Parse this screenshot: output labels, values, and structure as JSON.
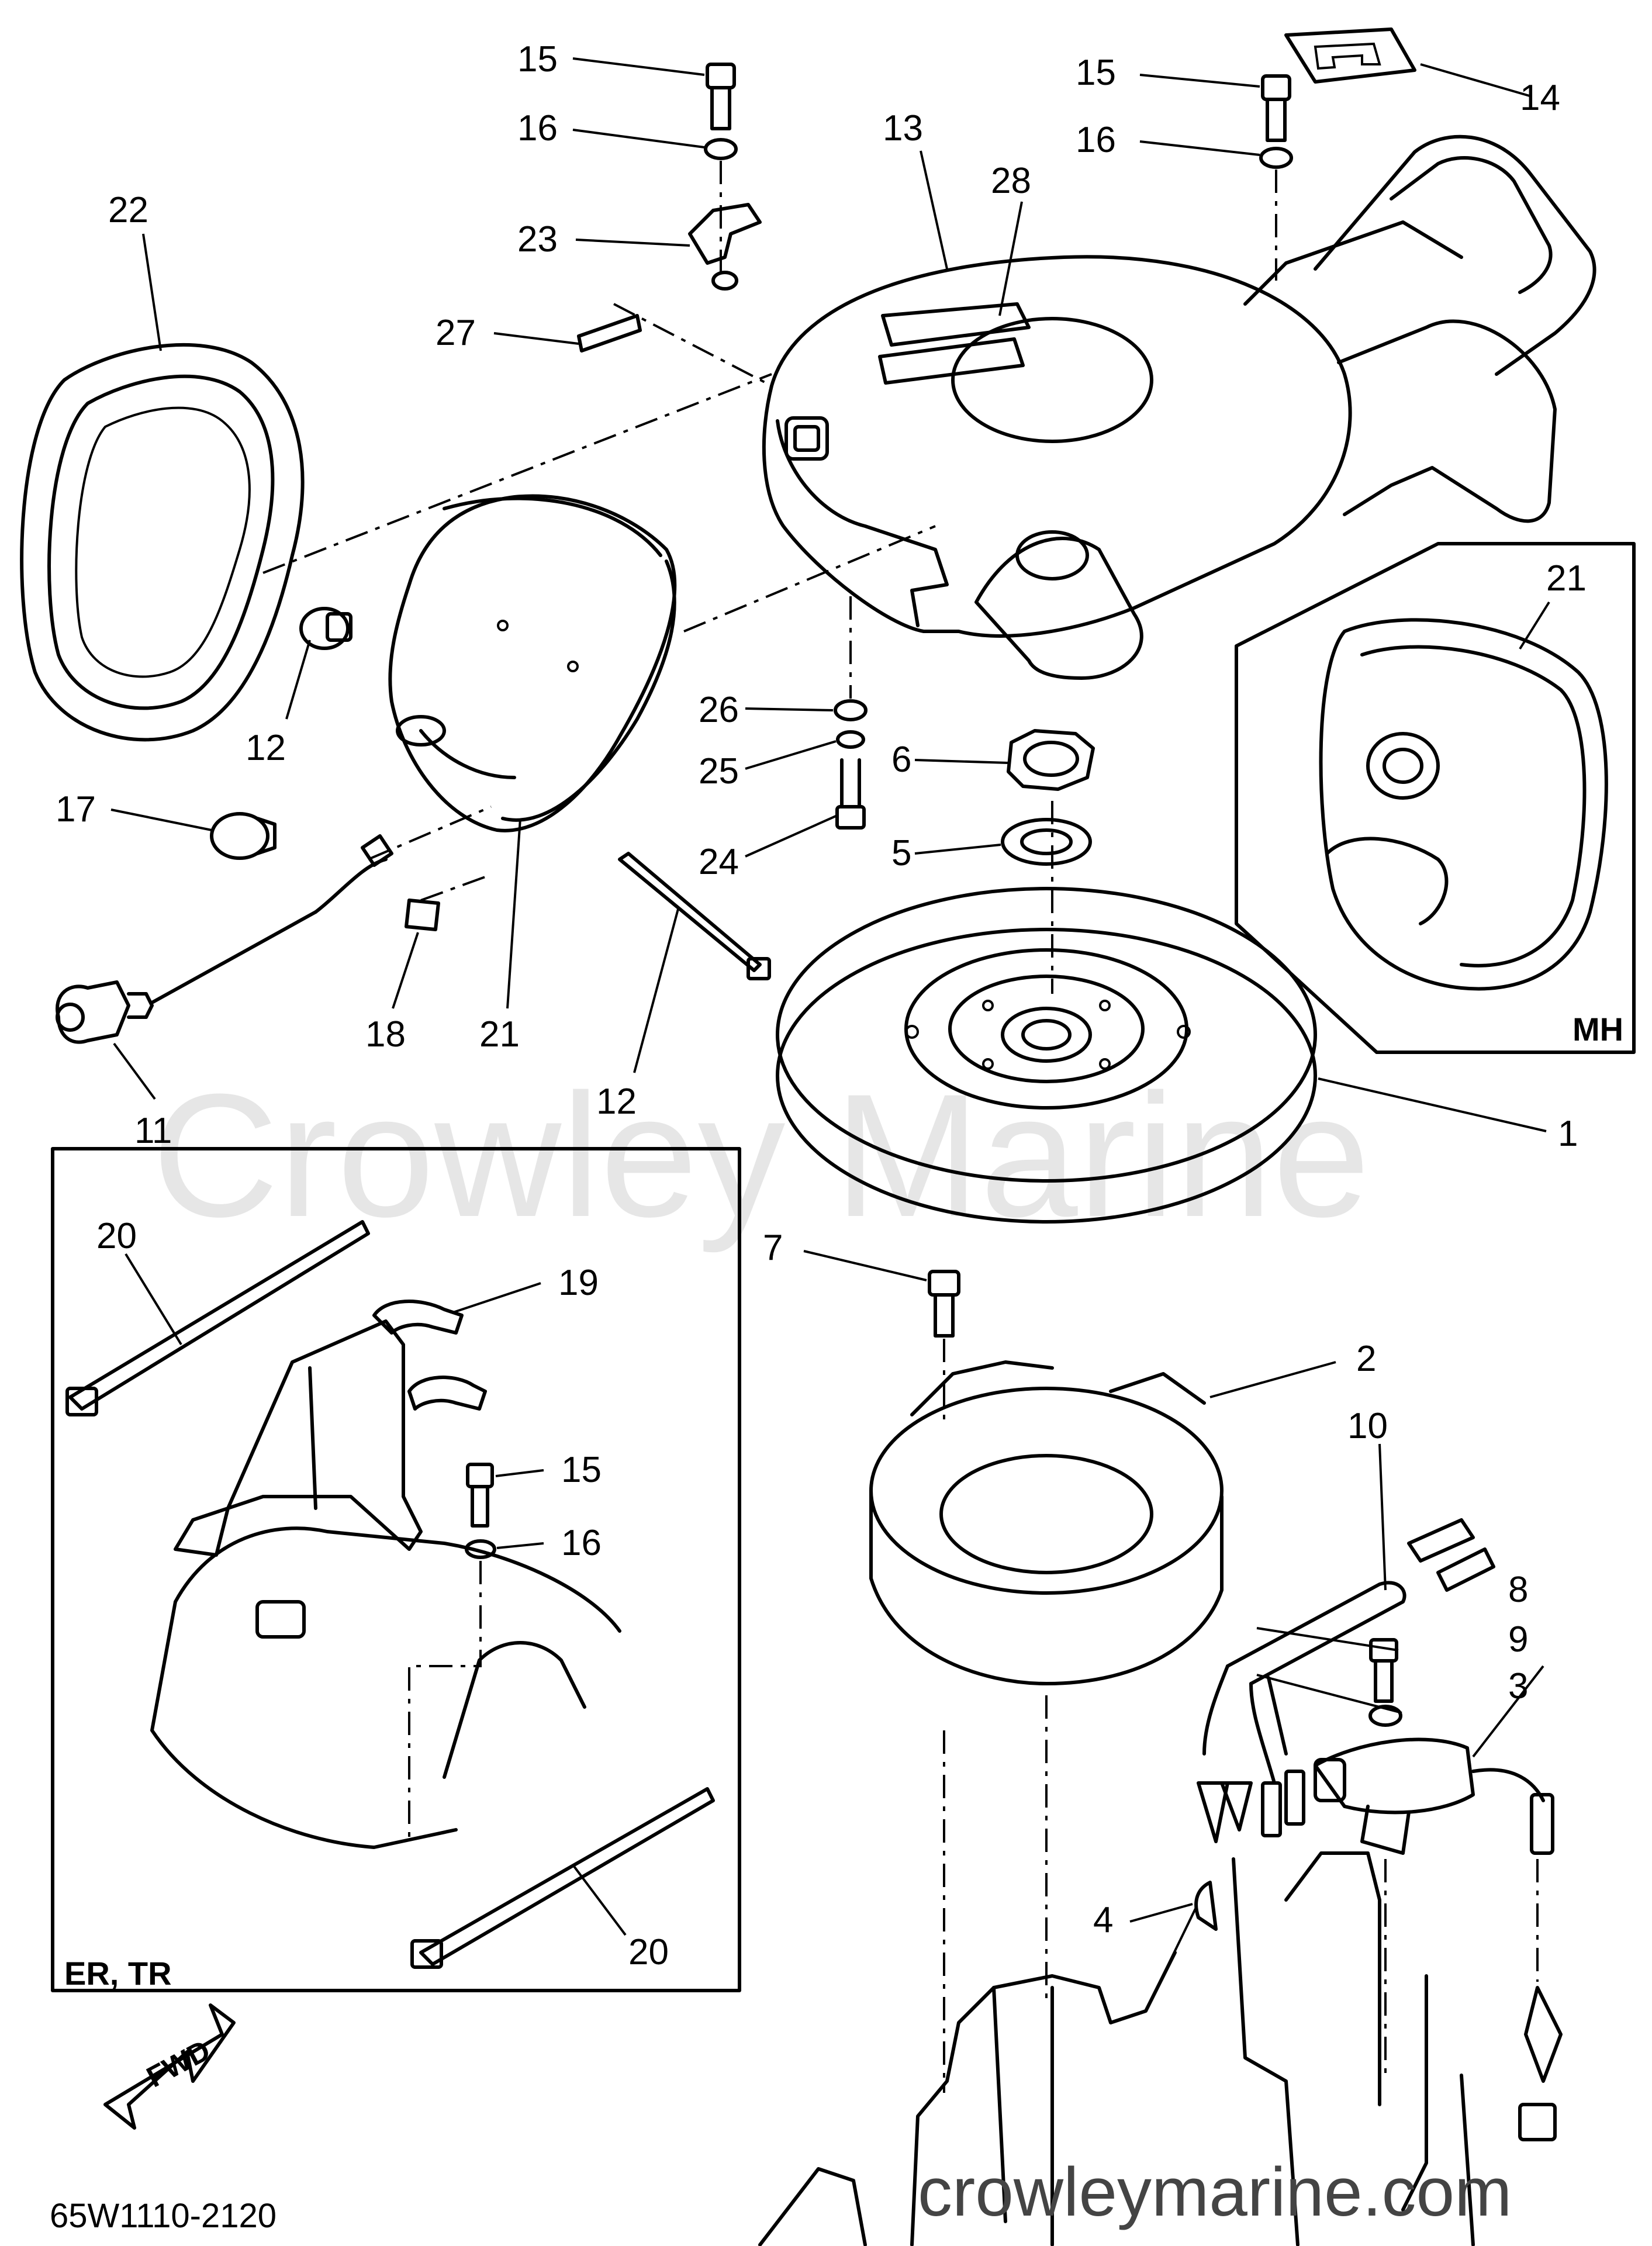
{
  "diagram": {
    "code": "65W1110-2120",
    "watermark": "Crowley Marine",
    "watermark_url": "crowleymarine.com",
    "direction_label": "FWD",
    "insets": [
      {
        "id": "mh",
        "label": "MH"
      },
      {
        "id": "er-tr",
        "label": "ER, TR"
      }
    ],
    "callouts": [
      {
        "id": "c15a",
        "label": "15"
      },
      {
        "id": "c16a",
        "label": "16"
      },
      {
        "id": "c23",
        "label": "23"
      },
      {
        "id": "c27",
        "label": "27"
      },
      {
        "id": "c22",
        "label": "22"
      },
      {
        "id": "c13",
        "label": "13"
      },
      {
        "id": "c28",
        "label": "28"
      },
      {
        "id": "c15b",
        "label": "15"
      },
      {
        "id": "c16b",
        "label": "16"
      },
      {
        "id": "c14",
        "label": "14"
      },
      {
        "id": "c21a",
        "label": "21"
      },
      {
        "id": "c12a",
        "label": "12"
      },
      {
        "id": "c26",
        "label": "26"
      },
      {
        "id": "c6",
        "label": "6"
      },
      {
        "id": "c25",
        "label": "25"
      },
      {
        "id": "c5",
        "label": "5"
      },
      {
        "id": "c24",
        "label": "24"
      },
      {
        "id": "c17",
        "label": "17"
      },
      {
        "id": "c18",
        "label": "18"
      },
      {
        "id": "c21b",
        "label": "21"
      },
      {
        "id": "c11",
        "label": "11"
      },
      {
        "id": "c12b",
        "label": "12"
      },
      {
        "id": "c1",
        "label": "1"
      },
      {
        "id": "c20a",
        "label": "20"
      },
      {
        "id": "c19",
        "label": "19"
      },
      {
        "id": "c15c",
        "label": "15"
      },
      {
        "id": "c16c",
        "label": "16"
      },
      {
        "id": "c20b",
        "label": "20"
      },
      {
        "id": "c7",
        "label": "7"
      },
      {
        "id": "c2",
        "label": "2"
      },
      {
        "id": "c10",
        "label": "10"
      },
      {
        "id": "c8",
        "label": "8"
      },
      {
        "id": "c9",
        "label": "9"
      },
      {
        "id": "c3",
        "label": "3"
      },
      {
        "id": "c4",
        "label": "4"
      }
    ]
  }
}
